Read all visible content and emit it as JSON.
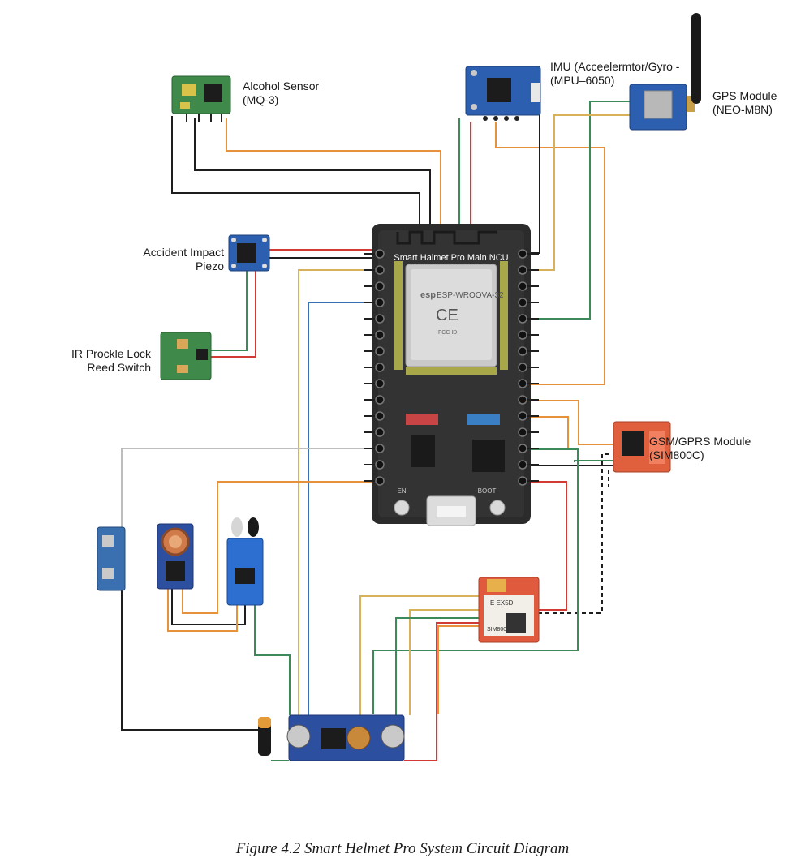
{
  "components": {
    "alcohol_sensor": {
      "line1": "Alcohol Sensor",
      "line2": "(MQ-3)"
    },
    "imu": {
      "line1": "IMU (Acceelermtor/Gyro -",
      "line2": "(MPU–6050)"
    },
    "gps": {
      "line1": "GPS Module",
      "line2": "(NEO-M8N)"
    },
    "impact": {
      "line1": "Accident Impact",
      "line2": "Piezo"
    },
    "ir_lock": {
      "line1": "IR Prockle Lock",
      "line2": "Reed Switch"
    },
    "gsm": {
      "line1": "GSM/GPRS Module",
      "line2": "(SIM800C)"
    }
  },
  "mcu": {
    "title": "Smart Halmet Pro Main NCU",
    "module_label": "ESP-WROOVA-32",
    "logo": "esp",
    "ce_mark": "CE",
    "fcc_line": "FCC ID:",
    "btn_left": "EN",
    "btn_right": "BOOT"
  },
  "gsm_small": {
    "line1": "E EX5D",
    "line2": "SIM800L"
  },
  "wire_colors": {
    "black": "#1e1e1e",
    "red": "#d23a34",
    "orange": "#e6913c",
    "green": "#3c8a5a",
    "blue": "#3a6fb0",
    "yellow": "#d8b25a",
    "gray": "#bdbdbd"
  },
  "caption": "Figure 4.2 Smart Helmet Pro System Circuit Diagram"
}
